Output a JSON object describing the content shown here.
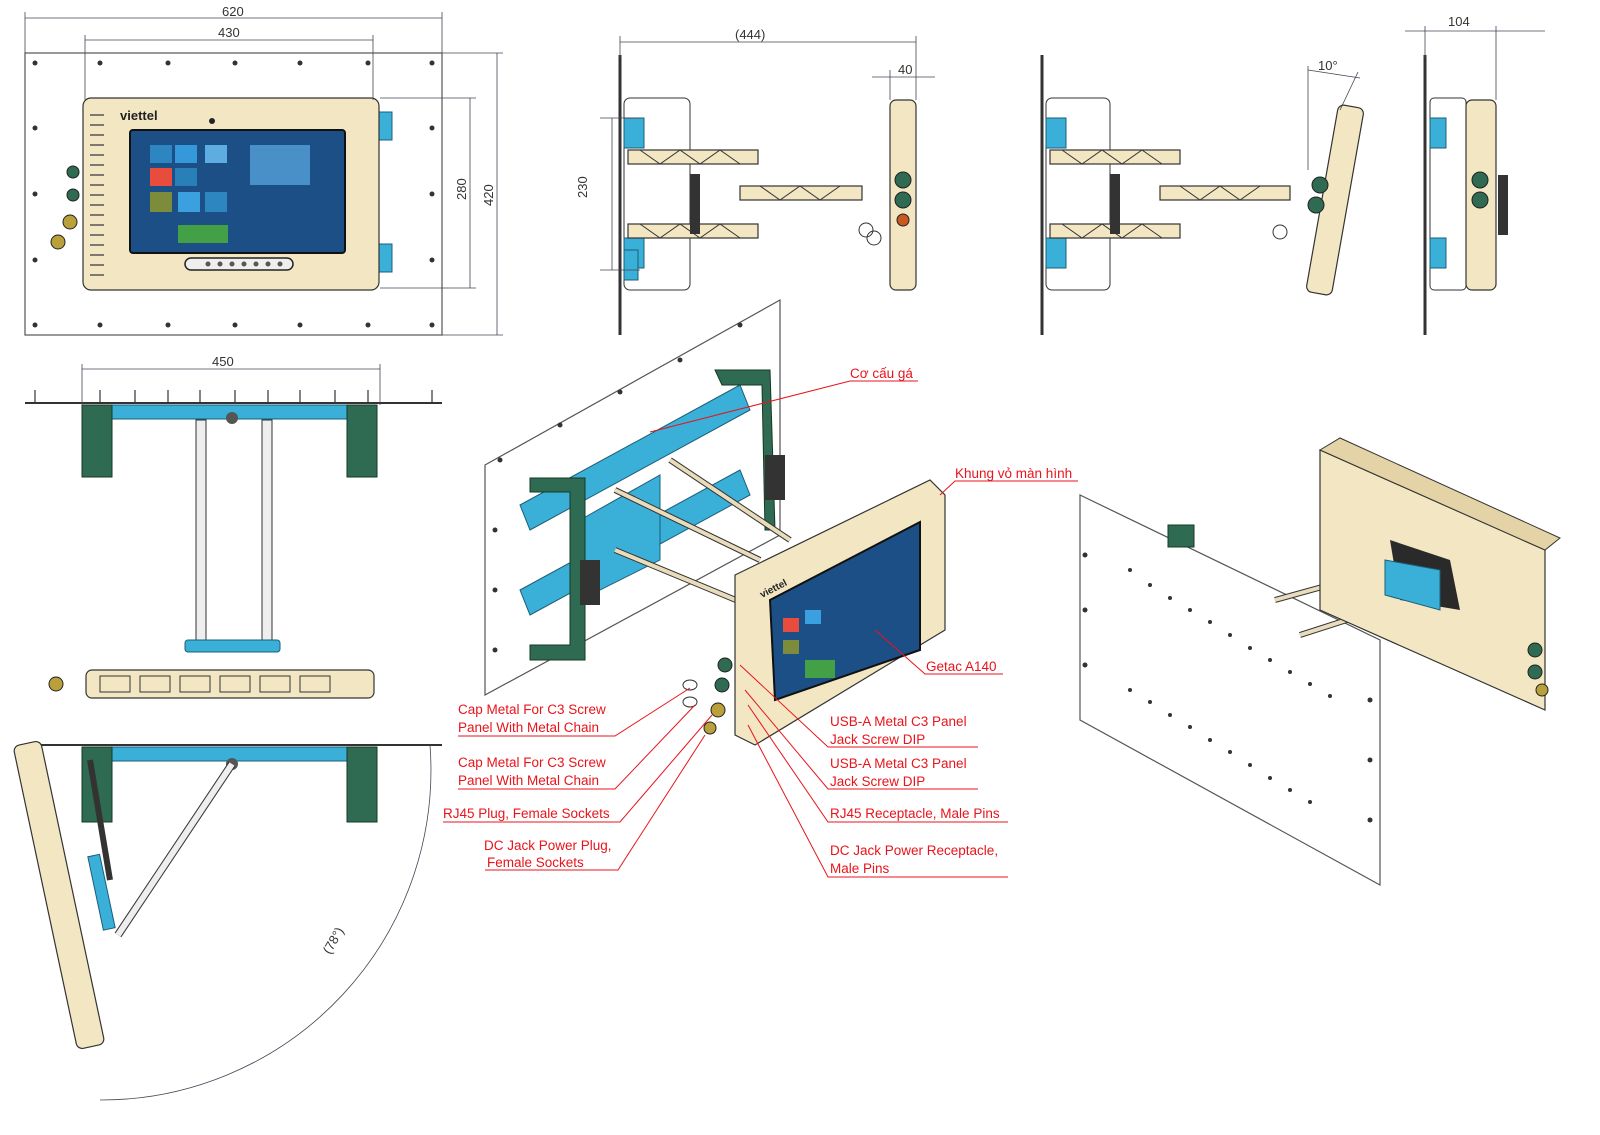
{
  "front_view": {
    "dim_overall_width": "620",
    "dim_mount_width": "430",
    "dim_mount_height": "280",
    "dim_overall_height": "420",
    "logo": "viettel"
  },
  "side_view": {
    "dim_reach": "(444)",
    "dim_depth": "40",
    "dim_height": "230"
  },
  "tilt_view": {
    "dim_tilt_angle": "10°"
  },
  "compact_view": {
    "dim_depth": "104"
  },
  "top_view": {
    "dim_width": "450"
  },
  "swing_view": {
    "dim_swing_angle": "(78°)"
  },
  "callouts": {
    "mount": "Cơ cấu gá",
    "housing": "Khung vỏ màn hình",
    "device": "Getac A140",
    "cap1_line1": "Cap Metal For C3 Screw",
    "cap1_line2": "Panel With Metal Chain",
    "cap2_line1": "Cap Metal For C3 Screw",
    "cap2_line2": "Panel With Metal Chain",
    "rj45_plug": "RJ45 Plug, Female Sockets",
    "dc_plug_line1": "DC Jack Power Plug,",
    "dc_plug_line2": "Female Sockets",
    "usb1_line1": "USB-A Metal C3 Panel",
    "usb1_line2": "Jack Screw DIP",
    "usb2_line1": "USB-A Metal C3 Panel",
    "usb2_line2": "Jack Screw DIP",
    "rj45_receptacle": "RJ45 Receptacle, Male Pins",
    "dc_receptacle_line1": "DC Jack Power Receptacle,",
    "dc_receptacle_line2": "Male Pins"
  }
}
